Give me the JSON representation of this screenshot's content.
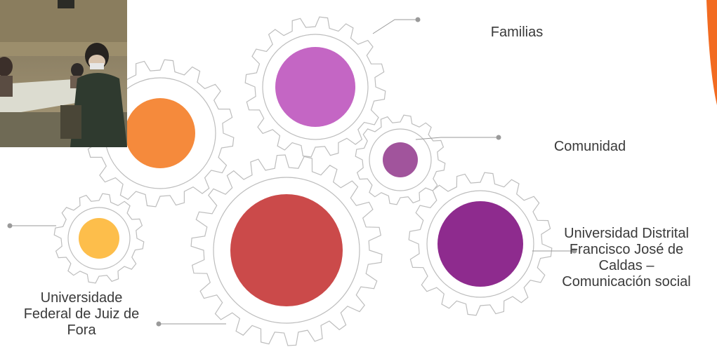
{
  "diagram": {
    "nodes": [
      {
        "id": "photo-gear",
        "label": "",
        "color": "#F58A3C"
      },
      {
        "id": "familias",
        "label": "Familias",
        "color": "#C466C4"
      },
      {
        "id": "comunidad",
        "label": "Comunidad",
        "color": "#A1549C"
      },
      {
        "id": "center",
        "label": "",
        "color": "#CB4A4A"
      },
      {
        "id": "udistrital",
        "label": "Universidad Distrital Francisco José de Caldas – Comunicación social",
        "label_lines": [
          "Universidad Distrital",
          "Francisco José de",
          "Caldas –",
          "Comunicación social"
        ],
        "color": "#8E2B8E"
      },
      {
        "id": "ufjf",
        "label": "Universidade Federal de Juiz de Fora",
        "label_lines": [
          "Universidade",
          "Federal de Juiz de",
          "Fora"
        ],
        "color": "#FDBE4B"
      }
    ],
    "gear_stroke_color": "#bdbdbd",
    "connector_color": "#9a9a9a",
    "accent_color": "#F26B21"
  },
  "photo": {
    "icon": "classroom-photo"
  }
}
